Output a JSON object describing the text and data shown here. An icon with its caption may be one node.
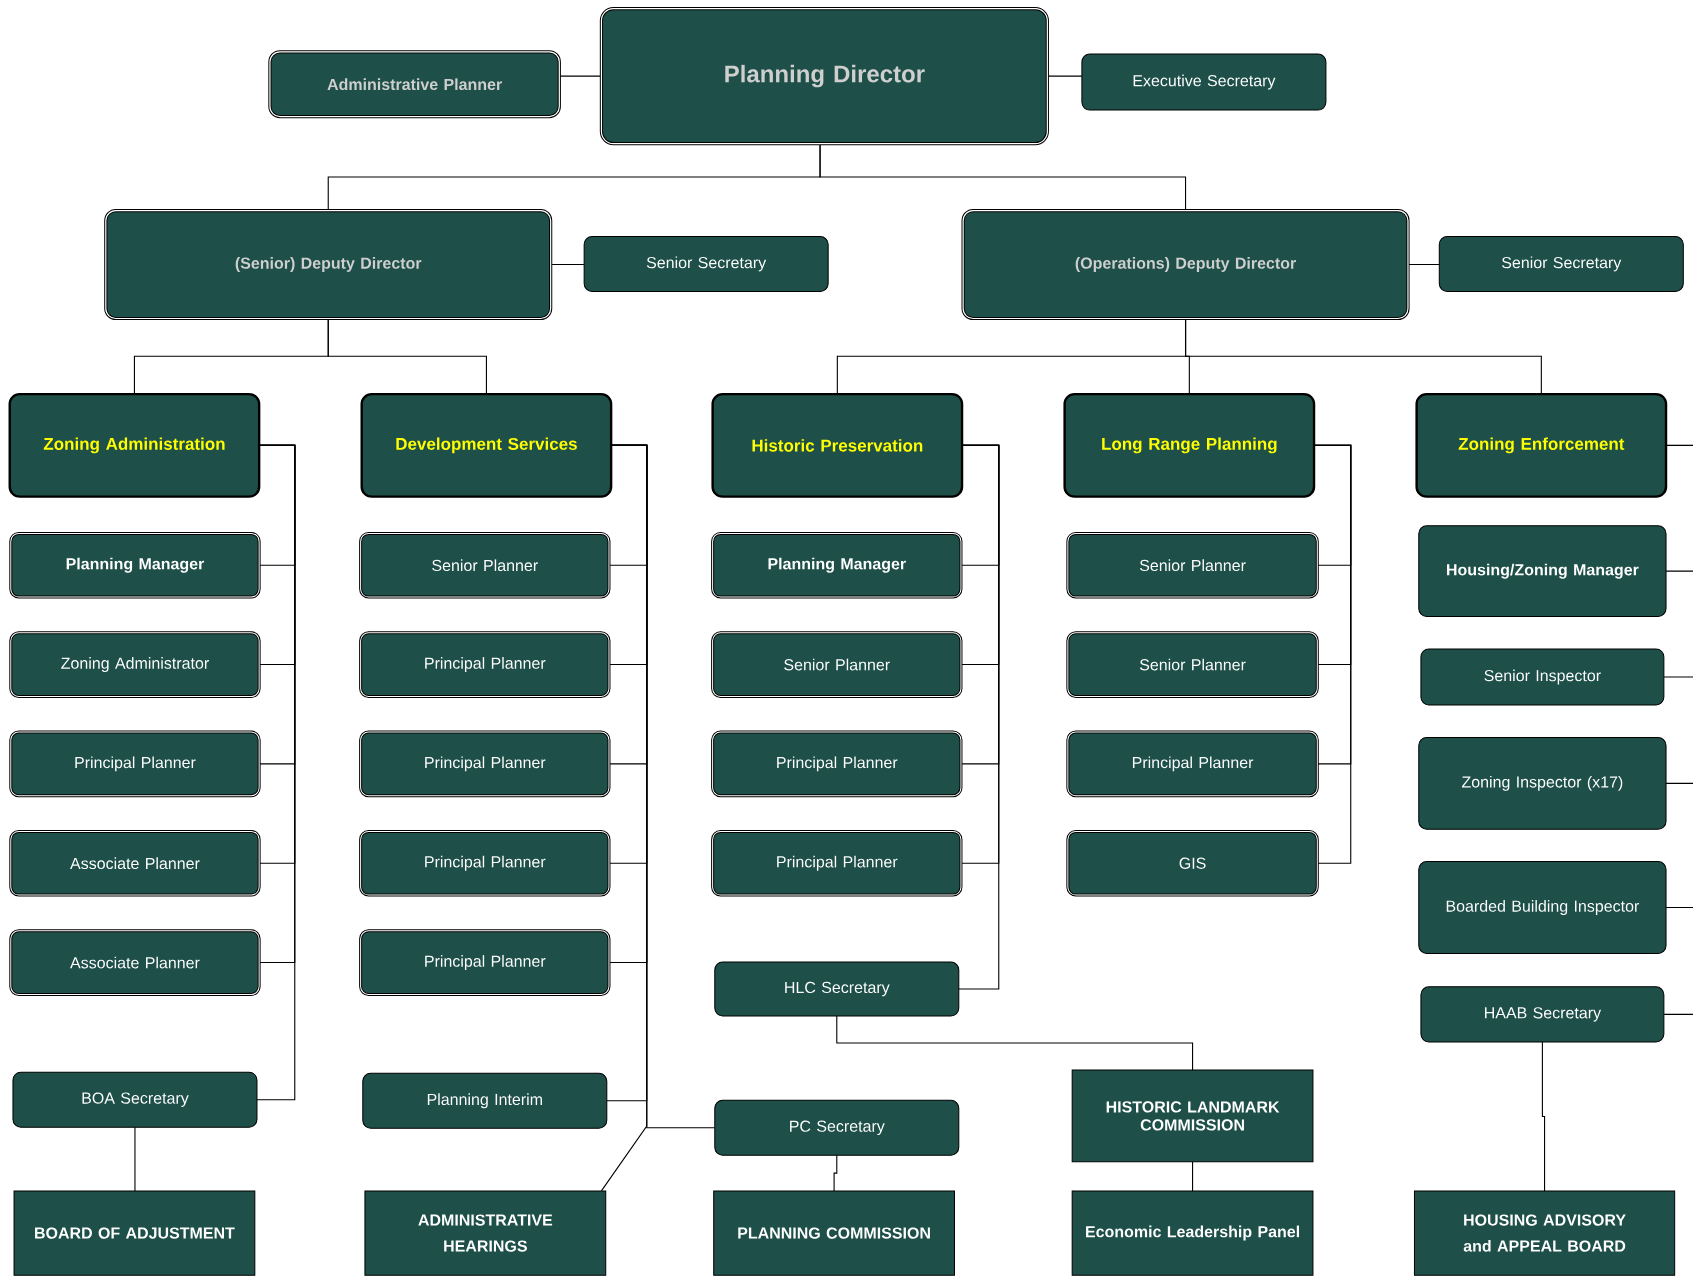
{
  "diagram": {
    "nodes": [
      {
        "text": [
          "Planning Director"
        ]
      },
      {
        "text": [
          "Administrative Planner"
        ]
      },
      {
        "text": [
          "Executive Secretary"
        ]
      },
      {
        "text": [
          "(Senior) Deputy Director"
        ]
      },
      {
        "text": [
          "Senior Secretary"
        ]
      },
      {
        "text": [
          "(Operations) Deputy Director"
        ]
      },
      {
        "text": [
          "Senior Secretary"
        ]
      },
      {
        "text": [
          "Zoning Administration"
        ]
      },
      {
        "text": [
          "Development Services"
        ]
      },
      {
        "text": [
          "Historic Preservation"
        ]
      },
      {
        "text": [
          "Long Range Planning"
        ]
      },
      {
        "text": [
          "Zoning Enforcement"
        ]
      },
      {
        "text": [
          "Planning Manager"
        ]
      },
      {
        "text": [
          "Zoning Administrator"
        ]
      },
      {
        "text": [
          "Principal Planner"
        ]
      },
      {
        "text": [
          "Associate Planner"
        ]
      },
      {
        "text": [
          "Associate Planner"
        ]
      },
      {
        "text": [
          "BOA Secretary"
        ]
      },
      {
        "text": [
          "Senior Planner"
        ]
      },
      {
        "text": [
          "Principal Planner"
        ]
      },
      {
        "text": [
          "Principal Planner"
        ]
      },
      {
        "text": [
          "Principal Planner"
        ]
      },
      {
        "text": [
          "Principal Planner"
        ]
      },
      {
        "text": [
          "Planning Interim"
        ]
      },
      {
        "text": [
          "Planning Manager"
        ]
      },
      {
        "text": [
          "Senior Planner"
        ]
      },
      {
        "text": [
          "Principal Planner"
        ]
      },
      {
        "text": [
          "Principal Planner"
        ]
      },
      {
        "text": [
          "HLC Secretary"
        ]
      },
      {
        "text": [
          "Senior Planner"
        ]
      },
      {
        "text": [
          "Senior Planner"
        ]
      },
      {
        "text": [
          "Principal Planner"
        ]
      },
      {
        "text": [
          "GIS"
        ]
      },
      {
        "text": [
          "Housing/Zoning Manager"
        ]
      },
      {
        "text": [
          "Senior Inspector"
        ]
      },
      {
        "text": [
          "Zoning Inspector (x17)"
        ]
      },
      {
        "text": [
          "Boarded Building Inspector"
        ]
      },
      {
        "text": [
          "HAAB Secretary"
        ]
      },
      {
        "text": [
          "PC Secretary"
        ]
      },
      {
        "text": [
          "HISTORIC LANDMARK COMMISSION"
        ]
      },
      {
        "text": [
          "BOARD OF ADJUSTMENT"
        ]
      },
      {
        "text": [
          "ADMINISTRATIVE HEARINGS"
        ]
      },
      {
        "text": [
          "PLANNING COMMISSION"
        ]
      },
      {
        "text": [
          "Economic Leadership Panel"
        ]
      },
      {
        "text": [
          "HOUSING ADVISORY and APPEAL BOARD"
        ]
      }
    ],
    "edges": [
      {
        "from": 0,
        "to": 1,
        "arrow": "none"
      },
      {
        "from": 0,
        "to": 2,
        "arrow": "none"
      },
      {
        "from": 0,
        "to": 3,
        "arrow": "none"
      },
      {
        "from": 0,
        "to": 5,
        "arrow": "none"
      },
      {
        "from": 3,
        "to": 4,
        "arrow": "none"
      },
      {
        "from": 5,
        "to": 6,
        "arrow": "none"
      },
      {
        "from": 3,
        "to": 7,
        "arrow": "none"
      },
      {
        "from": 3,
        "to": 8,
        "arrow": "none"
      },
      {
        "from": 5,
        "to": 9,
        "arrow": "none"
      },
      {
        "from": 5,
        "to": 10,
        "arrow": "none"
      },
      {
        "from": 5,
        "to": 11,
        "arrow": "none"
      },
      {
        "from": 7,
        "to": 12,
        "arrow": "none"
      },
      {
        "from": 7,
        "to": 13,
        "arrow": "none"
      },
      {
        "from": 7,
        "to": 14,
        "arrow": "none"
      },
      {
        "from": 7,
        "to": 15,
        "arrow": "none"
      },
      {
        "from": 7,
        "to": 16,
        "arrow": "none"
      },
      {
        "from": 7,
        "to": 17,
        "arrow": "none"
      },
      {
        "from": 8,
        "to": 18,
        "arrow": "none"
      },
      {
        "from": 8,
        "to": 19,
        "arrow": "none"
      },
      {
        "from": 8,
        "to": 20,
        "arrow": "none"
      },
      {
        "from": 8,
        "to": 21,
        "arrow": "none"
      },
      {
        "from": 8,
        "to": 22,
        "arrow": "none"
      },
      {
        "from": 8,
        "to": 23,
        "arrow": "none"
      },
      {
        "from": 8,
        "to": 38,
        "arrow": "none"
      },
      {
        "from": 8,
        "to": 41,
        "arrow": "none"
      },
      {
        "from": 9,
        "to": 24,
        "arrow": "none"
      },
      {
        "from": 9,
        "to": 25,
        "arrow": "none"
      },
      {
        "from": 9,
        "to": 26,
        "arrow": "none"
      },
      {
        "from": 9,
        "to": 27,
        "arrow": "none"
      },
      {
        "from": 9,
        "to": 28,
        "arrow": "none"
      },
      {
        "from": 10,
        "to": 29,
        "arrow": "none"
      },
      {
        "from": 10,
        "to": 30,
        "arrow": "none"
      },
      {
        "from": 10,
        "to": 31,
        "arrow": "none"
      },
      {
        "from": 10,
        "to": 32,
        "arrow": "none"
      },
      {
        "from": 11,
        "to": 33,
        "arrow": "none"
      },
      {
        "from": 11,
        "to": 34,
        "arrow": "none"
      },
      {
        "from": 11,
        "to": 35,
        "arrow": "none"
      },
      {
        "from": 11,
        "to": 36,
        "arrow": "none"
      },
      {
        "from": 11,
        "to": 37,
        "arrow": "none"
      },
      {
        "from": 17,
        "to": 40,
        "arrow": "none"
      },
      {
        "from": 38,
        "to": 42,
        "arrow": "none"
      },
      {
        "from": 28,
        "to": 39,
        "arrow": "none"
      },
      {
        "from": 39,
        "to": 43,
        "arrow": "none"
      },
      {
        "from": 37,
        "to": 44,
        "arrow": "none"
      }
    ]
  }
}
